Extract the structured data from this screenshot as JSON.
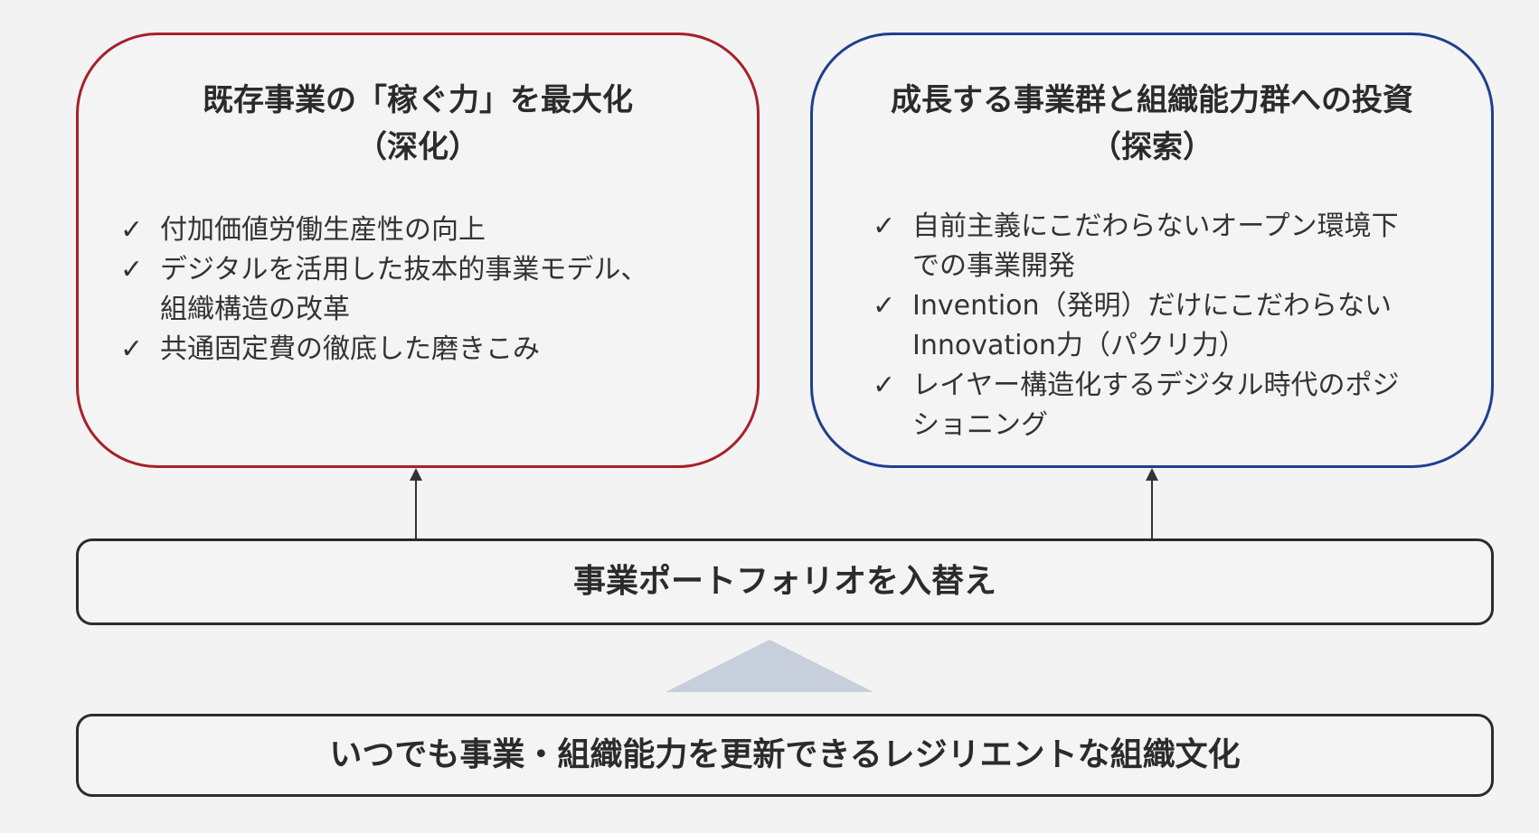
{
  "left_box": {
    "title_line1": "既存事業の「稼ぐ力」を最大化",
    "title_line2": "（深化）",
    "check_mark": "✓",
    "items": [
      {
        "line1": "付加価値労働生産性の向上",
        "line2": ""
      },
      {
        "line1": "デジタルを活用した抜本的事業モデル、",
        "line2": "組織構造の改革"
      },
      {
        "line1": "共通固定費の徹底した磨きこみ",
        "line2": ""
      }
    ]
  },
  "right_box": {
    "title_line1": "成長する事業群と組織能力群への投資",
    "title_line2": "（探索）",
    "check_mark": "✓",
    "items": [
      {
        "line1": "自前主義にこだわらないオープン環境下",
        "line2": "での事業開発"
      },
      {
        "line1": "Invention（発明）だけにこだわらない",
        "line2": "Innovation力（パクリ力）"
      },
      {
        "line1": "レイヤー構造化するデジタル時代のポジ",
        "line2": "ショニング"
      }
    ]
  },
  "portfolio_box": {
    "label": "事業ポートフォリオを入替え"
  },
  "culture_box": {
    "label": "いつでも事業・組織能力を更新できるレジリエントな組織文化"
  },
  "colors": {
    "left_border": "#a6202a",
    "right_border": "#1f3f8f",
    "triangle_fill": "#c7cfdc"
  }
}
